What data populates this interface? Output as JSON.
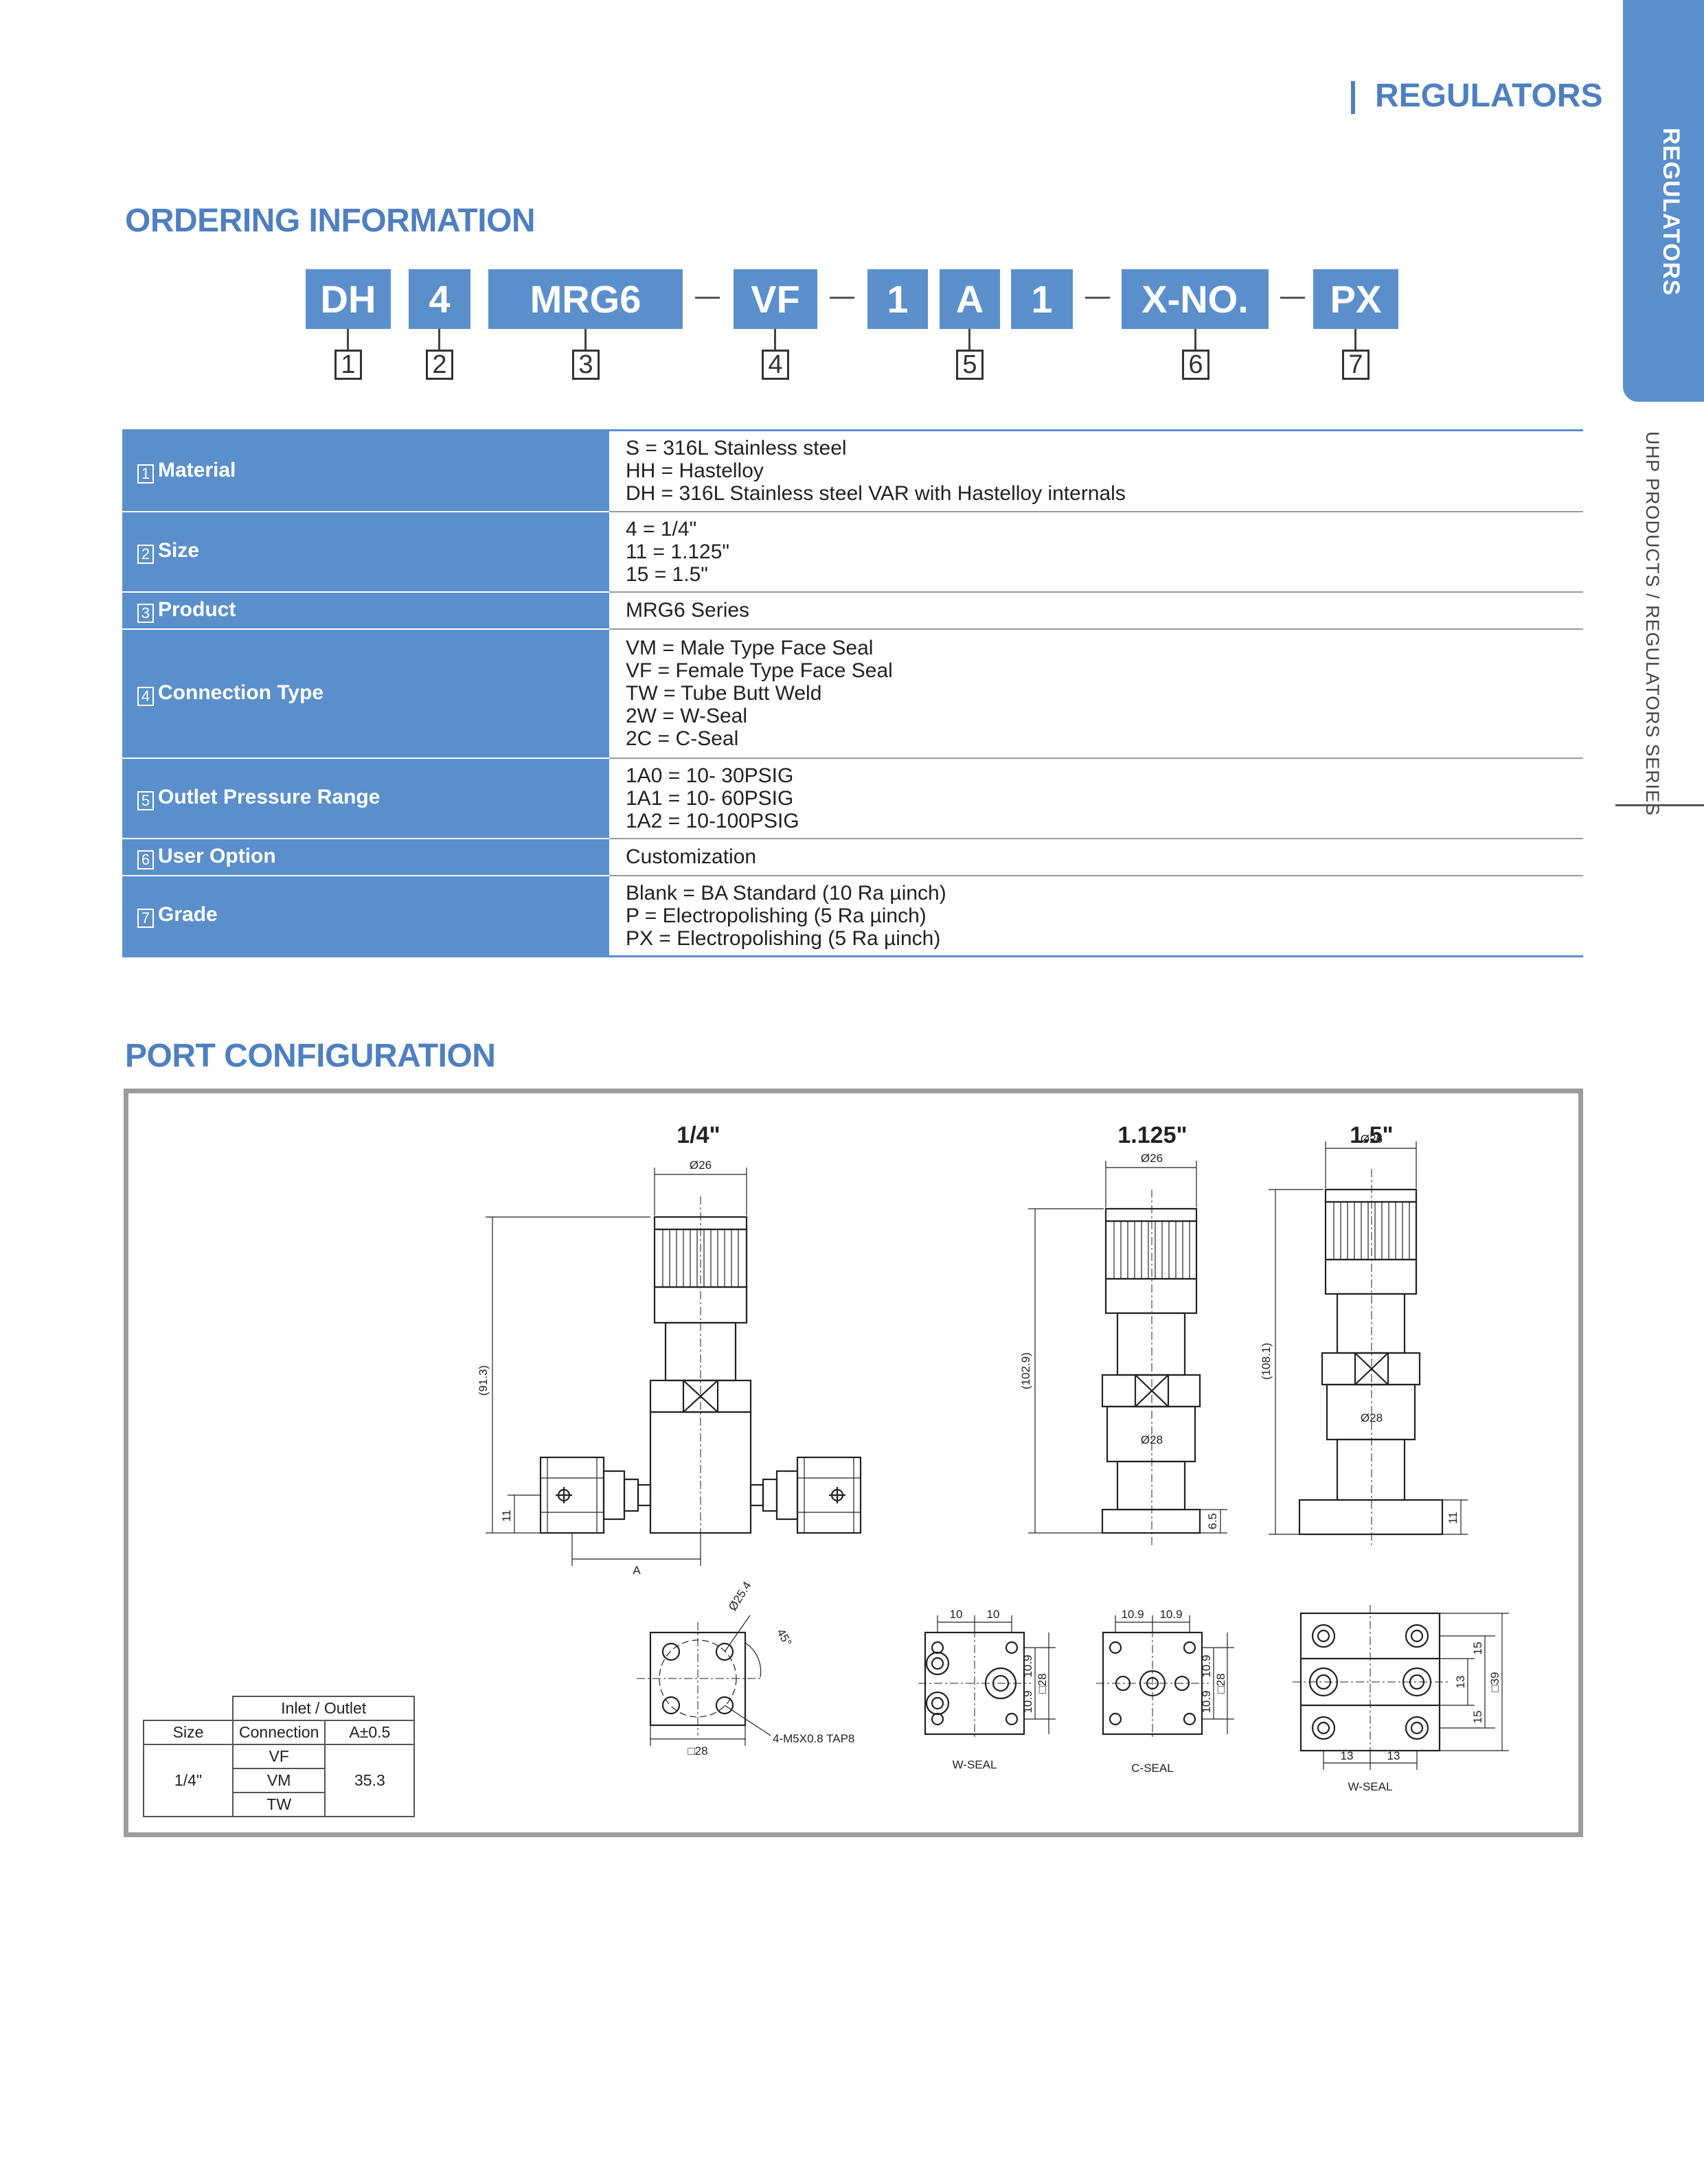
{
  "header": {
    "category": "REGULATORS"
  },
  "side": {
    "tab_label": "REGULATORS",
    "series_label": "UHP PRODUCTS / REGULATORS SERIES"
  },
  "ordering": {
    "title": "ORDERING INFORMATION",
    "codes": [
      "DH",
      "4",
      "MRG6",
      "VF",
      "1",
      "A",
      "1",
      "X-NO.",
      "PX"
    ],
    "numbers": [
      "1",
      "2",
      "3",
      "4",
      "5",
      "6",
      "7"
    ]
  },
  "spec_rows": [
    {
      "num": "1",
      "label": "Material",
      "values": [
        "S = 316L Stainless steel",
        "HH = Hastelloy",
        "DH = 316L Stainless steel VAR with Hastelloy internals"
      ]
    },
    {
      "num": "2",
      "label": "Size",
      "values": [
        "4 = 1/4\"",
        "11 = 1.125\"",
        "15 = 1.5\""
      ]
    },
    {
      "num": "3",
      "label": "Product",
      "values": [
        "MRG6 Series"
      ]
    },
    {
      "num": "4",
      "label": "Connection Type",
      "values": [
        "VM = Male Type Face Seal",
        "VF = Female Type Face Seal",
        "TW = Tube Butt Weld",
        "2W = W-Seal",
        "2C = C-Seal"
      ]
    },
    {
      "num": "5",
      "label": "Outlet Pressure Range",
      "values": [
        "1A0 = 10-  30PSIG",
        "1A1 = 10-  60PSIG",
        "1A2 = 10-100PSIG"
      ]
    },
    {
      "num": "6",
      "label": "User Option",
      "values": [
        "Customization"
      ]
    },
    {
      "num": "7",
      "label": "Grade",
      "values": [
        "Blank = BA Standard (10 Ra µinch)",
        "P = Electropolishing (5 Ra µinch)",
        "PX = Electropolishing (5 Ra µinch)"
      ]
    }
  ],
  "port": {
    "title": "PORT  CONFIGURATION",
    "size_labels": [
      "1/4\"",
      "1.125\"",
      "1.5\""
    ],
    "dims": {
      "d26": "Ø26",
      "d28": "Ø28",
      "h913": "(91.3)",
      "h1029": "(102.9)",
      "h1081": "(108.1)",
      "eleven": "11",
      "six5": "6.5",
      "a": "A",
      "d254": "Ø25.4",
      "deg45": "45°",
      "sq28": "□28",
      "tap": "4-M5X0.8 TAP8",
      "ten": "10",
      "ten9": "10.9",
      "thirteen": "13",
      "fifteen": "15",
      "sq39": "□39"
    },
    "seal_labels": {
      "w_seal": "W-SEAL",
      "c_seal": "C-SEAL"
    }
  },
  "io_table": {
    "header": "Inlet / Outlet",
    "col_size": "Size",
    "col_connection": "Connection",
    "col_a": "A±0.5",
    "size": "1/4\"",
    "connections": [
      "VF",
      "VM",
      "TW"
    ],
    "a_value": "35.3"
  }
}
